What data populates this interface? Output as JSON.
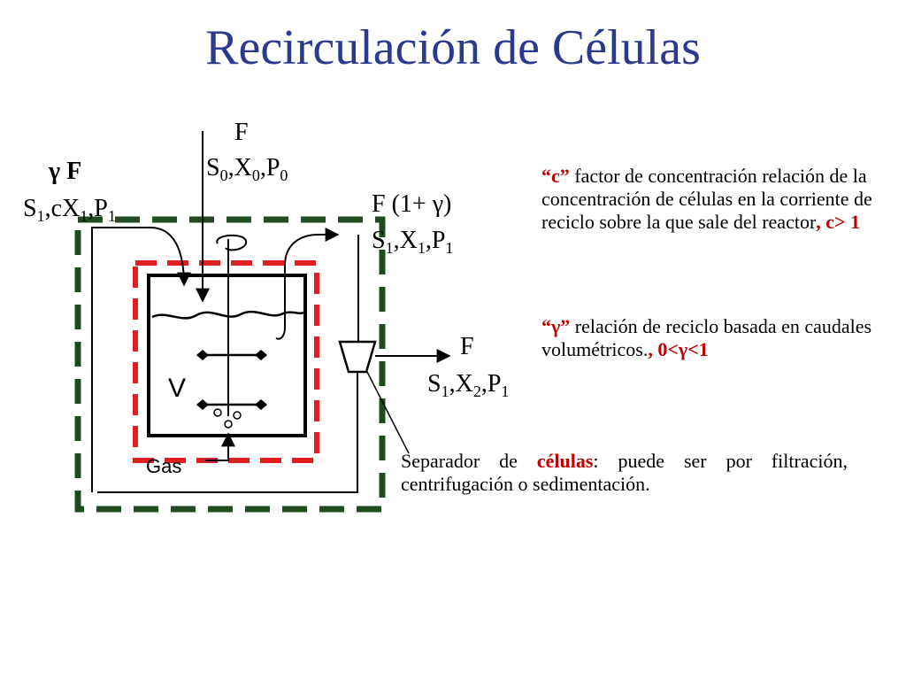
{
  "title": "Recirculación de Células",
  "diagram": {
    "feed_in_flow": "F",
    "feed_in_stream": "S0,X0,P0",
    "recycle_flow": "γ F",
    "recycle_stream": "S1,cX1,P1",
    "reactor_out_flow": "F (1+ γ)",
    "reactor_out_stream": "S1,X1,P1",
    "product_flow": "F",
    "product_stream": "S1,X2,P1",
    "volume_label": "V",
    "gas_label": "Gas"
  },
  "definitions": {
    "c": {
      "symbol": "“c”",
      "text_1": " factor de concentración relación de la concentración de células en la corriente de reciclo sobre la que sale del reactor",
      "condition": ", c> 1"
    },
    "gamma": {
      "symbol": "“γ”",
      "text_1": " relación de reciclo basada en caudales volumétricos.",
      "condition": ", 0<γ<1"
    }
  },
  "separator": {
    "text_before": "Separador de ",
    "highlight": "células",
    "text_after": ": puede ser por filtración, centrifugación o sedimentación."
  },
  "colors": {
    "title": "#2b3a8f",
    "outer_boundary": "#1f4d1f",
    "inner_boundary": "#e02020",
    "highlight": "#c00000"
  }
}
